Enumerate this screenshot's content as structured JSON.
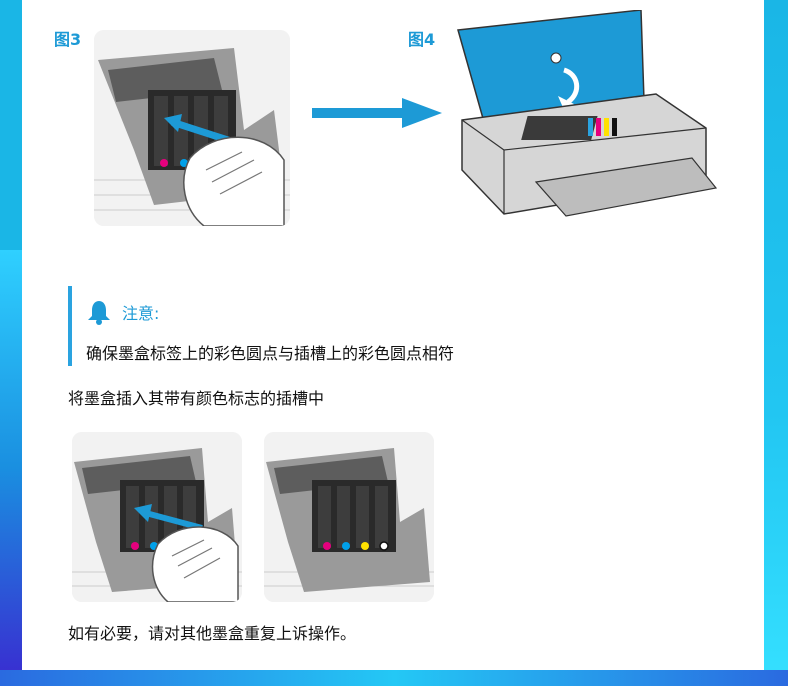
{
  "figures": {
    "fig3_label": "图3",
    "fig4_label": "图4"
  },
  "note": {
    "title": "注意:",
    "text": "确保墨盒标签上的彩色圆点与插槽上的彩色圆点相符"
  },
  "instruction": "将墨盒插入其带有颜色标志的插槽中",
  "footer": "如有必要，请对其他墨盒重复上诉操作。",
  "colors": {
    "accent": "#1d9ad6",
    "magenta_dot": "#e5007e",
    "cyan_dot": "#00a0e9",
    "yellow_dot": "#ffe100",
    "black_dot": "#222222"
  },
  "icons": [
    "bell-icon",
    "arrow-right-icon"
  ]
}
